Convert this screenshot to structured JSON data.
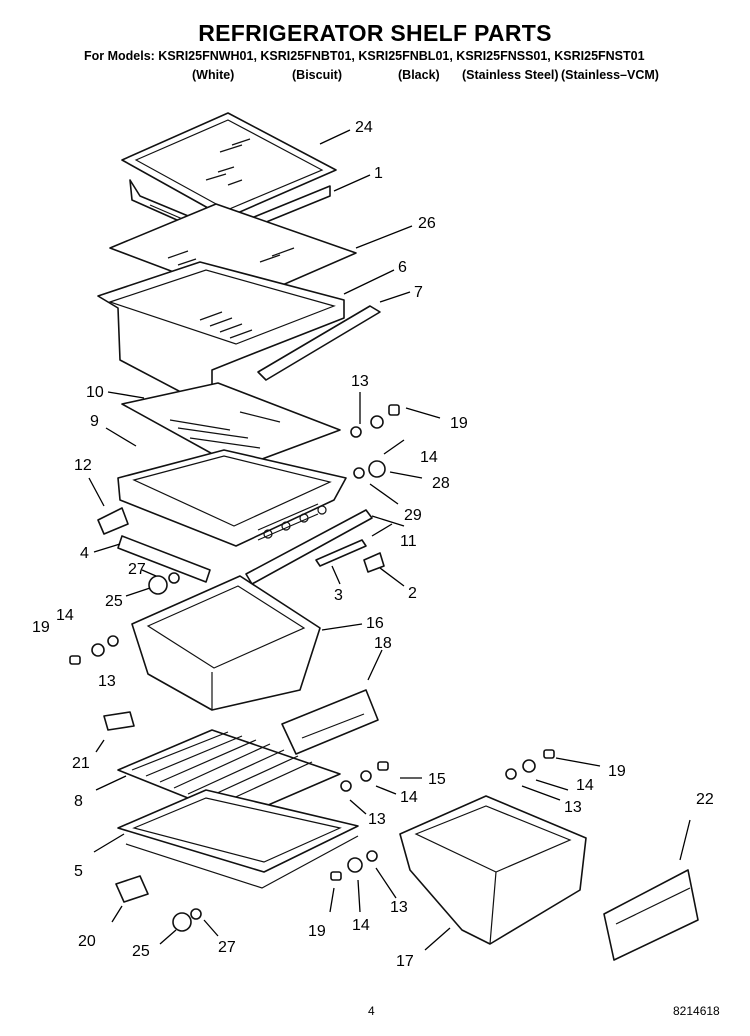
{
  "header": {
    "title": "REFRIGERATOR SHELF PARTS",
    "models": "For Models: KSRI25FNWH01, KSRI25FNBT01, KSRI25FNBL01, KSRI25FNSS01, KSRI25FNST01",
    "colors": [
      "(White)",
      "(Biscuit)",
      "(Black)",
      "(Stainless Steel)",
      "(Stainless–VCM)"
    ]
  },
  "callouts": {
    "c24": "24",
    "c1": "1",
    "c26": "26",
    "c6": "6",
    "c7": "7",
    "c13a": "13",
    "c10": "10",
    "c19a": "19",
    "c9": "9",
    "c14a": "14",
    "c12": "12",
    "c28": "28",
    "c29": "29",
    "c11": "11",
    "c4": "4",
    "c27a": "27",
    "c3": "3",
    "c2": "2",
    "c25a": "25",
    "c16": "16",
    "c14b": "14",
    "c19b": "19",
    "c18": "18",
    "c13b": "13",
    "c21": "21",
    "c15": "15",
    "c19c": "19",
    "c8": "8",
    "c14c": "14",
    "c14d": "14",
    "c13c": "13",
    "c13d": "13",
    "c22": "22",
    "c5": "5",
    "c20": "20",
    "c19d": "19",
    "c14e": "14",
    "c13e": "13",
    "c25b": "25",
    "c27b": "27",
    "c17": "17"
  },
  "footer": {
    "page": "4",
    "doc_number": "8214618"
  }
}
